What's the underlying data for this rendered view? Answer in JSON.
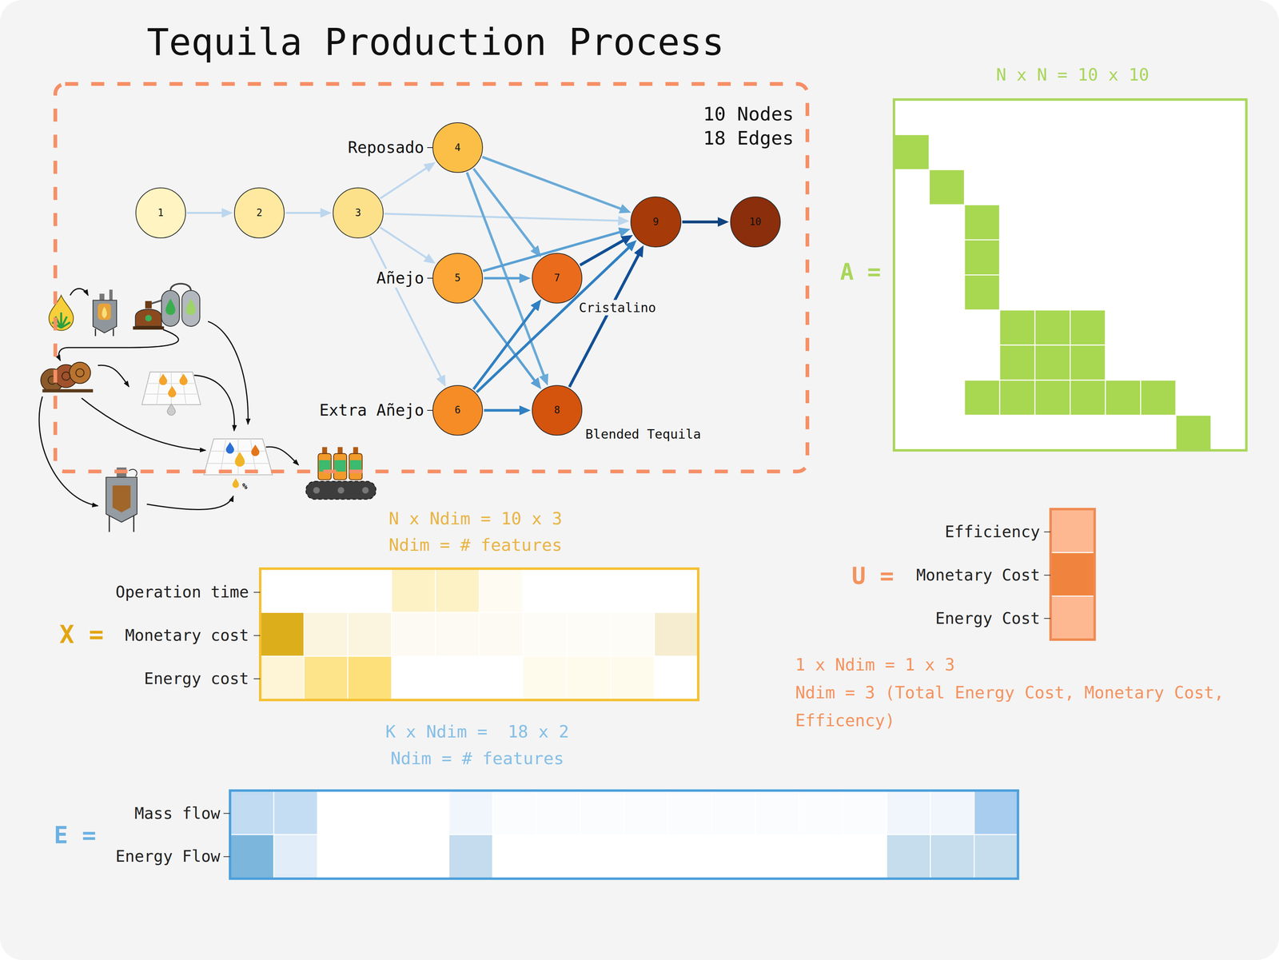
{
  "diagram": {
    "title": "Tequila Production Process",
    "nodes": [
      {
        "text": [
          "10 Nodes 18 Edges"
        ]
      },
      {
        "text": [
          "1"
        ],
        "in": 0
      },
      {
        "text": [
          "2"
        ],
        "in": 0
      },
      {
        "text": [
          "3"
        ],
        "in": 0
      },
      {
        "text": [
          "4",
          "Reposado"
        ],
        "in": 0
      },
      {
        "text": [
          "5",
          "Añejo"
        ],
        "in": 0
      },
      {
        "text": [
          "6",
          "Extra Añejo"
        ],
        "in": 0
      },
      {
        "text": [
          "7",
          "Cristalino"
        ],
        "in": 0
      },
      {
        "text": [
          "8",
          "Blended Tequila"
        ],
        "in": 0
      },
      {
        "text": [
          "9"
        ],
        "in": 0
      },
      {
        "text": [
          "10"
        ],
        "in": 0
      }
    ],
    "edges": [
      {
        "from": 1,
        "to": 2,
        "arrow": "to"
      },
      {
        "from": 2,
        "to": 3,
        "arrow": "to"
      },
      {
        "from": 3,
        "to": 4,
        "arrow": "to"
      },
      {
        "from": 3,
        "to": 5,
        "arrow": "to"
      },
      {
        "from": 3,
        "to": 6,
        "arrow": "to"
      },
      {
        "from": 3,
        "to": 9,
        "arrow": "to"
      },
      {
        "from": 4,
        "to": 9,
        "arrow": "to"
      },
      {
        "from": 4,
        "to": 7,
        "arrow": "to"
      },
      {
        "from": 4,
        "to": 8,
        "arrow": "to"
      },
      {
        "from": 5,
        "to": 7,
        "arrow": "to"
      },
      {
        "from": 5,
        "to": 9,
        "arrow": "to"
      },
      {
        "from": 5,
        "to": 8,
        "arrow": "to"
      },
      {
        "from": 6,
        "to": 7,
        "arrow": "to"
      },
      {
        "from": 6,
        "to": 8,
        "arrow": "to"
      },
      {
        "from": 6,
        "to": 9,
        "arrow": "to"
      },
      {
        "from": 7,
        "to": 9,
        "arrow": "to"
      },
      {
        "from": 8,
        "to": 9,
        "arrow": "to"
      },
      {
        "from": 9,
        "to": 10,
        "arrow": "to"
      }
    ],
    "labels": [
      "N x N = 10 x 10",
      "A =",
      "N x Ndim = 10 x 3",
      "Ndim = # features",
      "X =",
      "Operation time",
      "Monetary cost",
      "Energy cost",
      "Efficiency",
      "U =",
      "Monetary Cost",
      "Energy Cost",
      "1 x Ndim = 1 x 3",
      "Ndim = 3 (Total Energy Cost, Monetary Cost, Efficency)",
      "K x Ndim =  18 x 2",
      "Ndim = # features",
      "E =",
      "Mass flow",
      "Energy Flow",
      "%"
    ]
  }
}
